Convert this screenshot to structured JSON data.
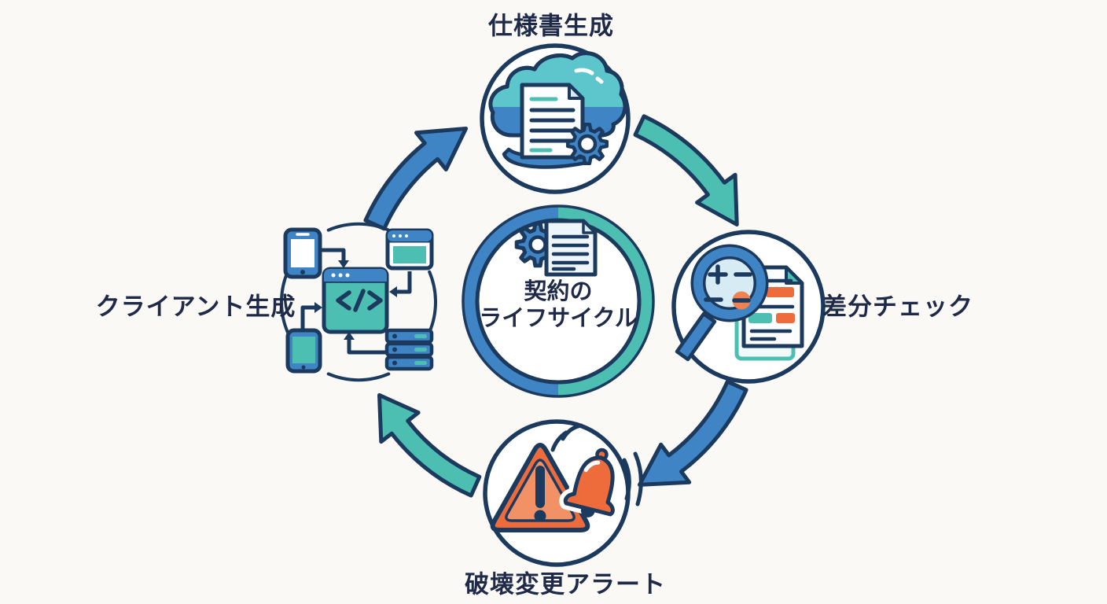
{
  "palette": {
    "background": "#faf9f5",
    "ink": "#1e2a47",
    "navy": "#1c3a5e",
    "blue": "#3f85c6",
    "teal": "#4dbfb2",
    "cloud_teal": "#5cc6cc",
    "light_blue": "#d7ebf5",
    "page": "#fcfdfe",
    "orange": "#ee6b3c",
    "salmon": "#f29066"
  },
  "center_badge": {
    "line1": "契約の",
    "line2": "ライフサイクル"
  },
  "nodes": {
    "top": {
      "label": "仕様書生成",
      "icon": "cloud-document-gear-icon"
    },
    "right": {
      "label": "差分チェック",
      "icon": "magnifier-diff-document-icon"
    },
    "bottom": {
      "label": "破壊変更アラート",
      "icon": "warning-triangle-bell-icon"
    },
    "left": {
      "label": "クライアント生成",
      "icon": "devices-code-network-icon"
    }
  }
}
